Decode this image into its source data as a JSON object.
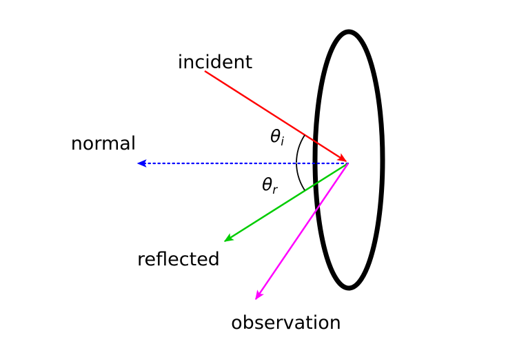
{
  "figure": {
    "background": "#ffffff",
    "surface": {
      "color": "#000000"
    },
    "rays": [
      {
        "label": "incident",
        "color": "#ff0000"
      },
      {
        "label": "normal",
        "color": "#0000ff"
      },
      {
        "label": "reflected",
        "color": "#00cc00"
      },
      {
        "label": "observation",
        "color": "#ff00ff"
      }
    ],
    "angles": [
      {
        "base": "θ",
        "sub": "i"
      },
      {
        "base": "θ",
        "sub": "r"
      }
    ],
    "arc_color": "#000000"
  }
}
